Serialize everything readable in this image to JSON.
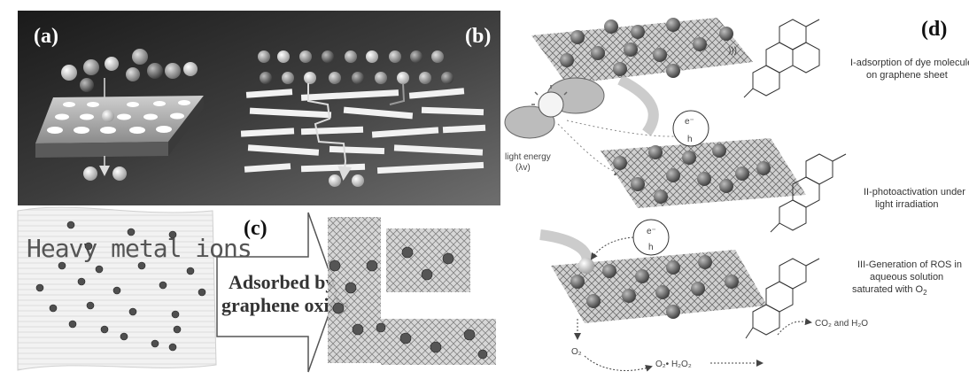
{
  "panels": {
    "a": {
      "label": "(a)"
    },
    "b": {
      "label": "(b)"
    },
    "c": {
      "label": "(c)",
      "title": "Heavy metal ions",
      "arrow_line1": "Adsorbed by",
      "arrow_line2": "graphene oxide"
    },
    "d": {
      "label": "(d)",
      "step1_line1": "I-adsorption of dye molecule",
      "step1_line2": "on graphene sheet",
      "step2_line1": "II-photoactivation under",
      "step2_line2": "light irradiation",
      "step3_line1": "III-Generation of ROS in",
      "step3_line2": "aqueous solution",
      "step3_line3": "saturated with O",
      "step3_sub": "2",
      "light_line1": "light energy",
      "light_line2": "(λv)",
      "electron": "e⁻",
      "hole": "h",
      "o2": "O₂",
      "ros": "O₂• H₂O₂",
      "products": "CO₂ and H₂O"
    }
  },
  "colors": {
    "dark_panel": "#2b2b2b",
    "ion": "#555555",
    "sheet": "#d8d8d8"
  }
}
